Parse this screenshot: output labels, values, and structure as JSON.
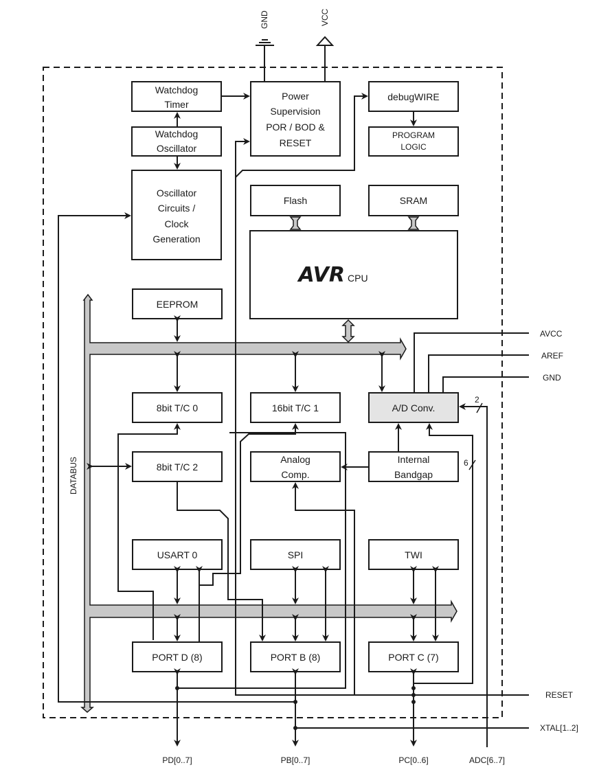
{
  "diagram": {
    "title": "AVR microcontroller block diagram",
    "blocks": {
      "watchdog_timer": [
        "Watchdog",
        "Timer"
      ],
      "watchdog_oscillator": [
        "Watchdog",
        "Oscillator"
      ],
      "oscillator_circuits": [
        "Oscillator",
        "Circuits /",
        "Clock",
        "Generation"
      ],
      "power_supervision": [
        "Power",
        "Supervision",
        "POR / BOD &",
        "RESET"
      ],
      "debugwire": "debugWIRE",
      "program_logic": [
        "PROGRAM",
        "LOGIC"
      ],
      "flash": "Flash",
      "sram": "SRAM",
      "cpu_logo": "AVR",
      "cpu_label": "CPU",
      "eeprom": "EEPROM",
      "tc0": "8bit T/C 0",
      "tc1": "16bit T/C 1",
      "tc2": "8bit T/C 2",
      "adc": "A/D Conv.",
      "analog_comp": [
        "Analog",
        "Comp."
      ],
      "bandgap": [
        "Internal",
        "Bandgap"
      ],
      "usart": "USART 0",
      "spi": "SPI",
      "twi": "TWI",
      "port_d": "PORT D (8)",
      "port_b": "PORT B (8)",
      "port_c": "PORT C (7)"
    },
    "bus_label": "DATABUS",
    "power_pins": {
      "gnd": "GND",
      "vcc": "VCC"
    },
    "analog_pins": {
      "avcc": "AVCC",
      "aref": "AREF",
      "gnd": "GND"
    },
    "side_pins": {
      "reset": "RESET",
      "xtal": "XTAL[1..2]"
    },
    "bottom_pins": {
      "pd": "PD[0..7]",
      "pb": "PB[0..7]",
      "pc": "PC[0..6]",
      "adc": "ADC[6..7]"
    },
    "bus_widths": {
      "adc_in": "2",
      "portc_adc": "6"
    }
  }
}
